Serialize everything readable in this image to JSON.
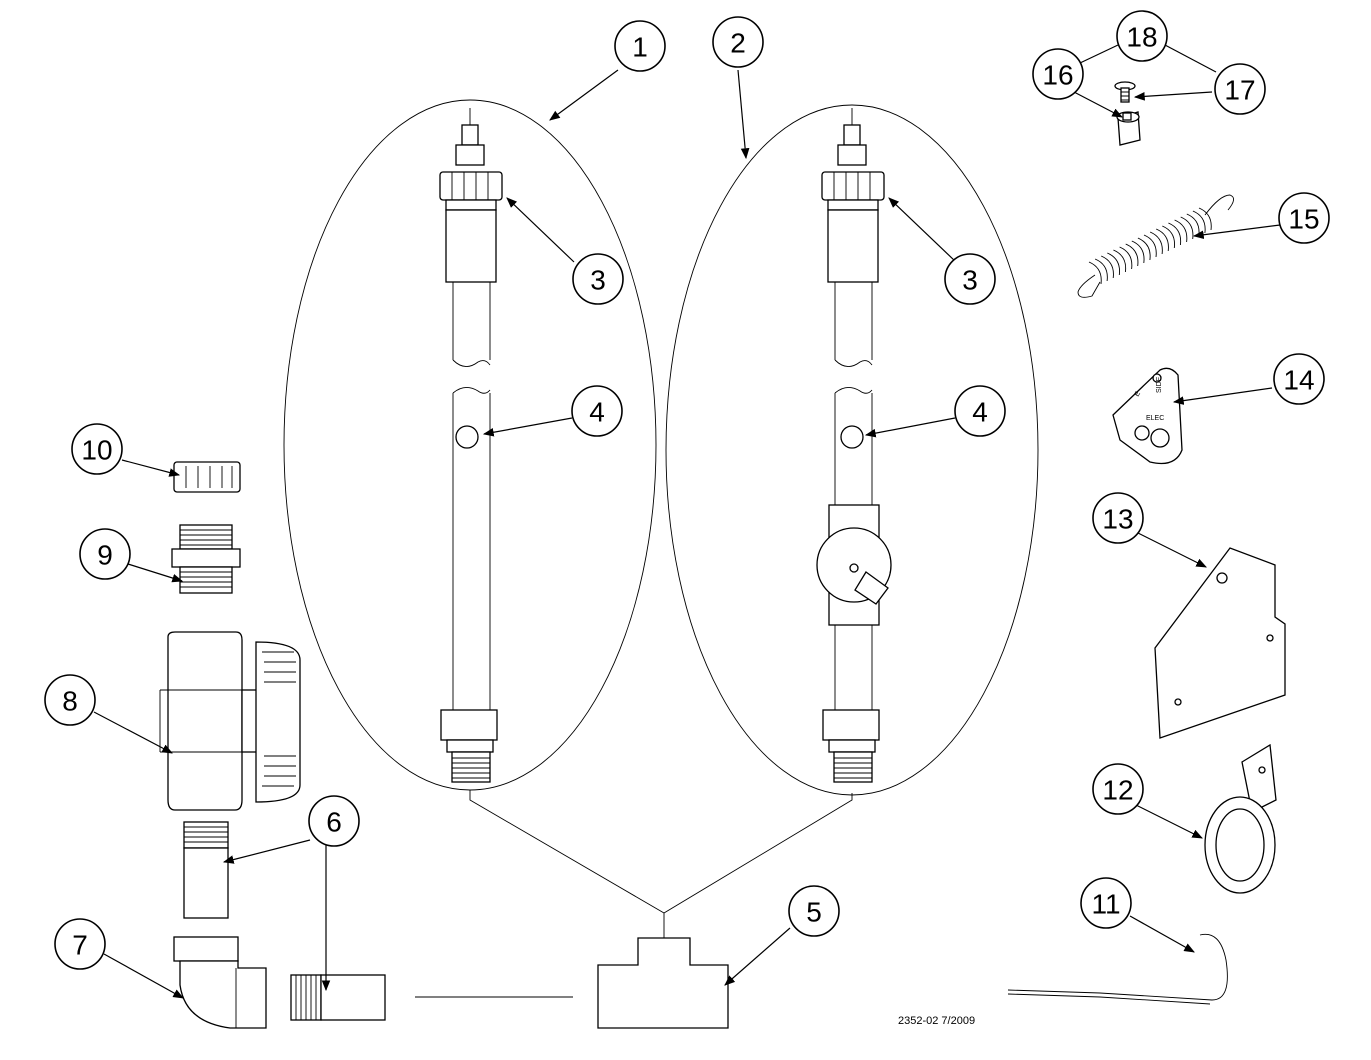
{
  "callouts": [
    {
      "id": "c1",
      "label": "1"
    },
    {
      "id": "c2",
      "label": "2"
    },
    {
      "id": "c3a",
      "label": "3"
    },
    {
      "id": "c3b",
      "label": "3"
    },
    {
      "id": "c4a",
      "label": "4"
    },
    {
      "id": "c4b",
      "label": "4"
    },
    {
      "id": "c5",
      "label": "5"
    },
    {
      "id": "c6",
      "label": "6"
    },
    {
      "id": "c7",
      "label": "7"
    },
    {
      "id": "c8",
      "label": "8"
    },
    {
      "id": "c9",
      "label": "9"
    },
    {
      "id": "c10",
      "label": "10"
    },
    {
      "id": "c11",
      "label": "11"
    },
    {
      "id": "c12",
      "label": "12"
    },
    {
      "id": "c13",
      "label": "13"
    },
    {
      "id": "c14",
      "label": "14"
    },
    {
      "id": "c15",
      "label": "15"
    },
    {
      "id": "c16",
      "label": "16"
    },
    {
      "id": "c17",
      "label": "17"
    },
    {
      "id": "c18",
      "label": "18"
    }
  ],
  "drawing_number": "2352-02 7/2009",
  "tag_plate_text": [
    "E",
    "SIDE",
    "ELEC"
  ]
}
